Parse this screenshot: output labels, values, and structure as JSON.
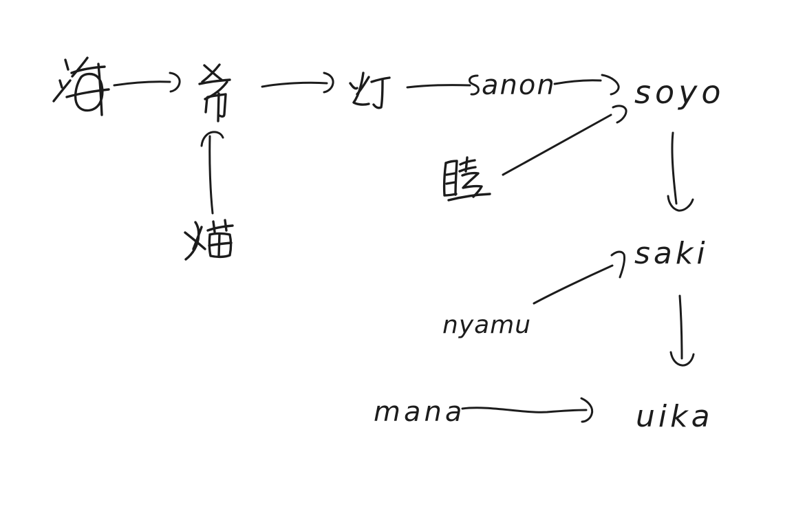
{
  "diagram": {
    "colors": {
      "background": "#ffffff",
      "ink": "#1c1c1c"
    },
    "nodes": {
      "umi": {
        "label": "海"
      },
      "nozomi": {
        "label": "希"
      },
      "tomori": {
        "label": "灯"
      },
      "anon": {
        "label": "anon"
      },
      "soyo": {
        "label": "soyo"
      },
      "mutsumi": {
        "label": "睦"
      },
      "neko": {
        "label": "猫"
      },
      "saki": {
        "label": "saki"
      },
      "nyamu": {
        "label": "nyamu"
      },
      "uika": {
        "label": "uika"
      },
      "mana": {
        "label": "mana"
      }
    },
    "edges": [
      {
        "from": "海",
        "to": "希"
      },
      {
        "from": "希",
        "to": "灯"
      },
      {
        "from": "灯",
        "to": "anon"
      },
      {
        "from": "anon",
        "to": "soyo"
      },
      {
        "from": "睦",
        "to": "soyo"
      },
      {
        "from": "猫",
        "to": "希"
      },
      {
        "from": "soyo",
        "to": "saki"
      },
      {
        "from": "nyamu",
        "to": "saki"
      },
      {
        "from": "saki",
        "to": "uika"
      },
      {
        "from": "mana",
        "to": "uika"
      }
    ]
  }
}
